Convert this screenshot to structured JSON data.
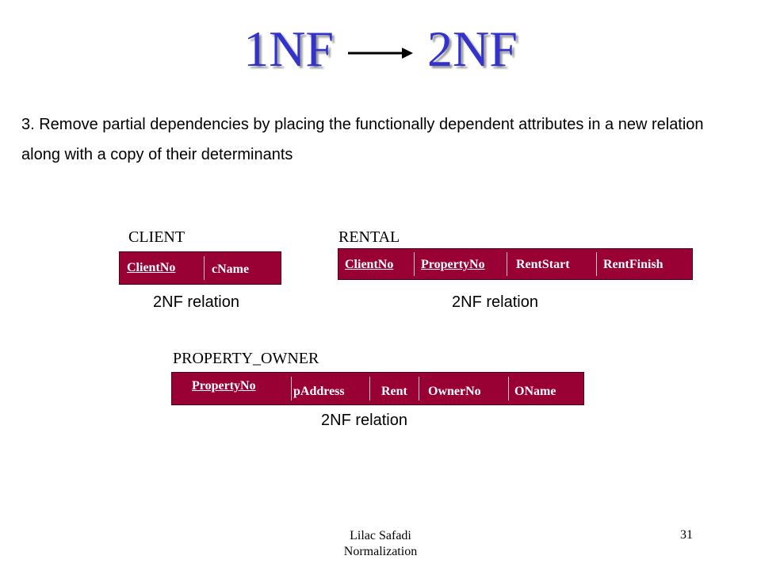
{
  "slide": {
    "title_left": "1NF",
    "title_right": "2NF",
    "body": "3. Remove partial dependencies by placing the functionally dependent attributes in a new relation along with a copy of their determinants"
  },
  "relations": {
    "client": {
      "name": "CLIENT",
      "attributes": [
        "ClientNo",
        "cName"
      ],
      "caption": "2NF relation"
    },
    "rental": {
      "name": "RENTAL",
      "attributes": [
        "ClientNo",
        "PropertyNo",
        "RentStart",
        "RentFinish"
      ],
      "caption": "2NF relation"
    },
    "property_owner": {
      "name": "PROPERTY_OWNER",
      "attributes": [
        "PropertyNo",
        "pAddress",
        "Rent",
        "OwnerNo",
        "OName"
      ],
      "caption": "2NF relation"
    }
  },
  "footer": {
    "author": "Lilac Safadi",
    "topic": "Normalization",
    "page_number": "31"
  },
  "colors": {
    "title": "#3333cc",
    "relation_fill": "#990033",
    "relation_text": "#ffffff"
  }
}
